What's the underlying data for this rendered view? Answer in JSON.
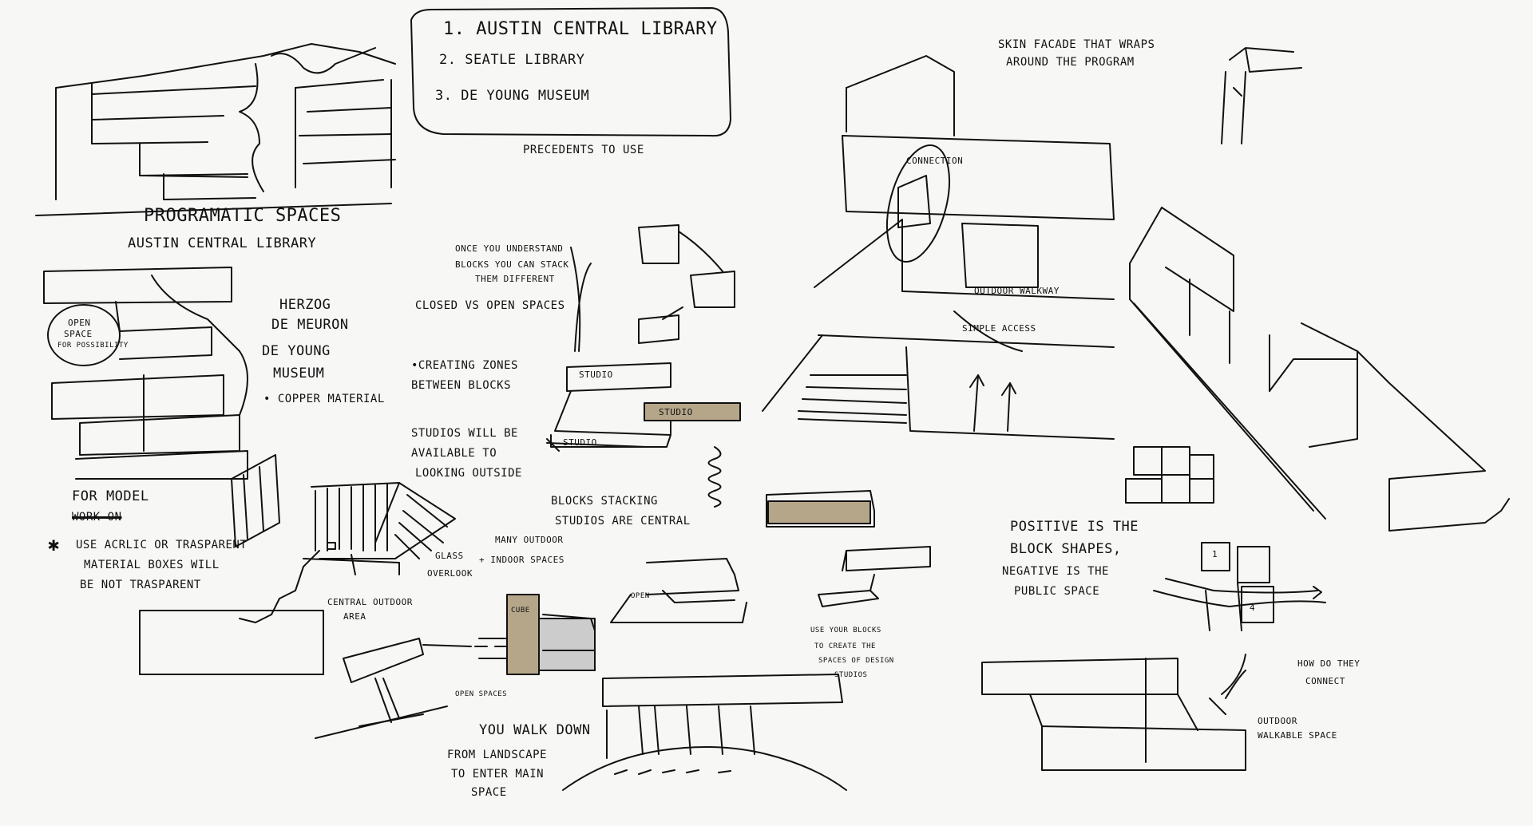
{
  "precedents": {
    "items": [
      "1.  AUSTIN CENTRAL LIBRARY",
      "2. SEATLE LIBRARY",
      "3. DE YOUNG MUSEUM"
    ],
    "caption": "PRECEDENTS TO USE"
  },
  "left": {
    "heading": "PROGRAMATIC SPACES",
    "subheading": "AUSTIN CENTRAL LIBRARY",
    "open_space": [
      "OPEN",
      "SPACE",
      "FOR POSSIBILITY"
    ],
    "herzog": [
      "HERZOG",
      "DE MEURON",
      "DE YOUNG",
      "MUSEUM"
    ],
    "copper": "• COPPER MATERIAL",
    "model_title": "FOR MODEL",
    "model_struck": "WORK ON",
    "model_notes": [
      "USE ACRLIC OR TRASPARENT",
      "MATERIAL  BOXES WILL",
      "BE NOT TRASPARENT"
    ],
    "glass": [
      "GLASS",
      "OVERLOOK"
    ],
    "many_outdoor": [
      "MANY OUTDOOR",
      "+ INDOOR SPACES"
    ],
    "central_outdoor": [
      "CENTRAL OUTDOOR",
      "AREA"
    ]
  },
  "center": {
    "once": [
      "ONCE YOU UNDERSTAND",
      "BLOCKS YOU CAN STACK",
      "THEM DIFFERENT"
    ],
    "closed_open": "CLOSED VS OPEN SPACES",
    "zones": [
      "•CREATING ZONES",
      "BETWEEN BLOCKS"
    ],
    "studios_note": [
      "STUDIOS WILL BE",
      "AVAILABLE TO",
      "LOOKING OUTSIDE"
    ],
    "studio_labels": [
      "STUDIO",
      "STUDIO",
      "STUDIO"
    ],
    "blocks": [
      "BLOCKS STACKING",
      "STUDIOS ARE CENTRAL"
    ],
    "use_blocks": [
      "USE YOUR BLOCKS",
      "TO CREATE THE",
      "SPACES OF DESIGN",
      "STUDIOS"
    ],
    "cube": "CUBE",
    "open_spaces": "OPEN SPACES",
    "walk_down": [
      "YOU WALK DOWN",
      "FROM LANDSCAPE",
      "TO ENTER MAIN",
      "SPACE"
    ],
    "open_lbl": "OPEN"
  },
  "right": {
    "skin": [
      "SKIN FACADE THAT WRAPS",
      "AROUND THE PROGRAM"
    ],
    "connection": "CONNECTION",
    "outdoor_walk": "OUTDOOR WALKWAY",
    "simple_access": "SIMPLE ACCESS",
    "positive": [
      "POSITIVE IS THE",
      "BLOCK SHAPES,",
      "NEGATIVE IS THE",
      "PUBLIC SPACE"
    ],
    "grid_numbers": [
      "1",
      "4"
    ],
    "how_connect": [
      "HOW DO THEY",
      "CONNECT"
    ],
    "outdoor_walkable": [
      "OUTDOOR",
      "WALKABLE SPACE"
    ]
  },
  "colors": {
    "ink": "#111111",
    "paper": "#f7f7f5",
    "kraft": "#b5a68a"
  }
}
